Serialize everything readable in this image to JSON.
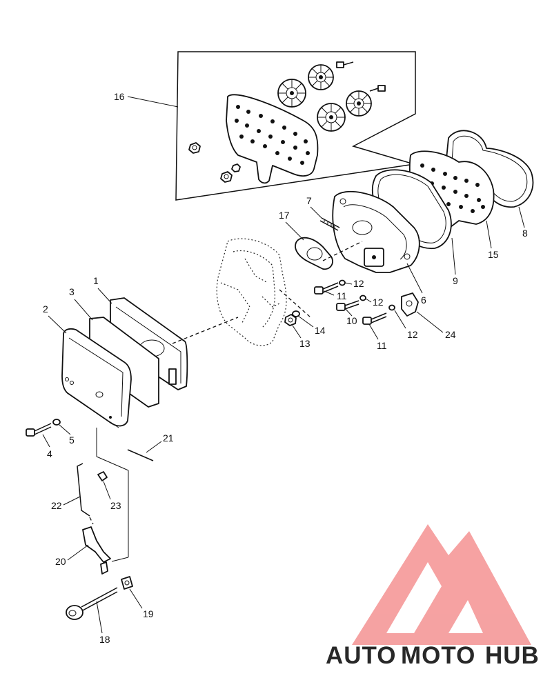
{
  "callouts": {
    "c1": "1",
    "c2": "2",
    "c3": "3",
    "c4": "4",
    "c5": "5",
    "c6": "6",
    "c7": "7",
    "c8": "8",
    "c9": "9",
    "c10": "10",
    "c11a": "11",
    "c11b": "11",
    "c12a": "12",
    "c12b": "12",
    "c12c": "12",
    "c13": "13",
    "c14": "14",
    "c15": "15",
    "c16": "16",
    "c17": "17",
    "c18": "18",
    "c19": "19",
    "c20": "20",
    "c21": "21",
    "c22": "22",
    "c23": "23",
    "c24": "24"
  },
  "watermark": {
    "part1": "AUTO",
    "part2": "MOTO",
    "part3": "HUB",
    "color_auto": "#f5c99a",
    "color_moto": "#f4a0a0",
    "color_hub": "#9a9a9a",
    "logo_color": "#f59898"
  }
}
